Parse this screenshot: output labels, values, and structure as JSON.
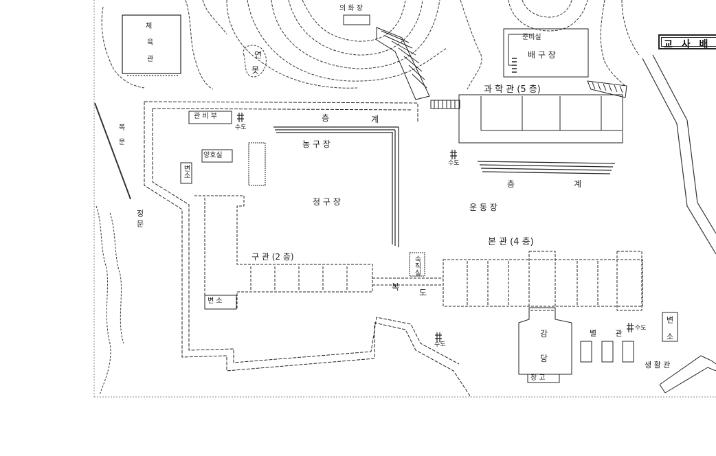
{
  "map": {
    "title": "교 사 배",
    "labels": {
      "gym_a": "체",
      "gym_b": "육",
      "gym_c": "관",
      "hill_plaza": "의 화 장",
      "pond_a": "연",
      "pond_b": "못",
      "prep_room": "준비실",
      "volleyball": "배 구 장",
      "science_hall": "과 학 관 (5 층)",
      "admin_room": "관 비 부",
      "water_1": "수도",
      "water_2": "수도",
      "water_3": "수도",
      "water_4": "수도",
      "stairs_top": "층",
      "stairs_top_2": "계",
      "basketball": "농 구 장",
      "dorm_room": "양호실",
      "toilet_small": "변소",
      "court": "정 구 장",
      "stairs_mid": "층",
      "stairs_mid_2": "계",
      "playground": "운 동 장",
      "old_hall": "구 관 (2 층)",
      "main_hall": "본 관 (4 층)",
      "corridor_a": "복",
      "corridor_b": "도",
      "toilet_old": "변 소",
      "night_duty": "숙직실",
      "auditorium_a": "강",
      "auditorium_b": "당",
      "warehouse": "창 고",
      "toilet_main": "변 소",
      "annex": "별 관",
      "life_hall": "생 활 관",
      "main_gate_a": "정",
      "main_gate_b": "문",
      "side_path": "쪽 문"
    }
  }
}
